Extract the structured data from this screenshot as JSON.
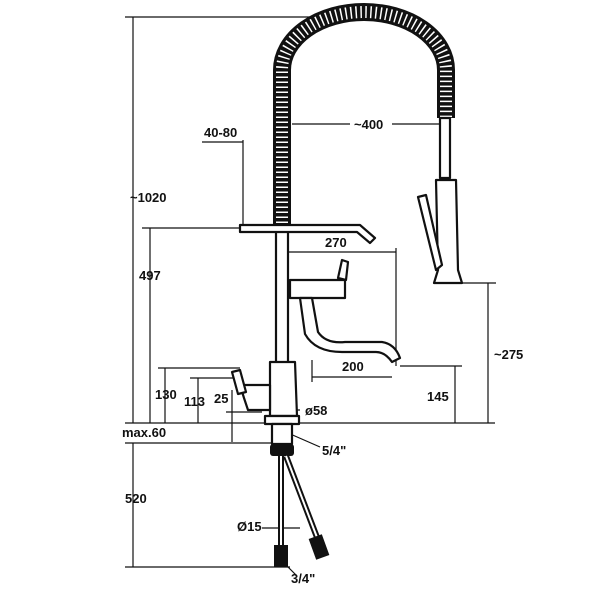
{
  "drawing": {
    "colors": {
      "ink": "#111111",
      "background": "#ffffff"
    },
    "dimensions": {
      "total_height": "~1020",
      "arm_offset": "40-80",
      "hose_reach": "~400",
      "arm_height": "497",
      "spout_reach_upper": "270",
      "spray_height": "~275",
      "spout_reach_lower": "200",
      "lever_height": "130",
      "handle_height": "113",
      "base_height": "25",
      "base_diameter": "ø58",
      "spout_height": "145",
      "max_counter_thickness": "max.60",
      "shank_thread": "5/4\"",
      "hose_length": "520",
      "hose_diameter": "Ø15",
      "hose_thread": "3/4\""
    }
  }
}
